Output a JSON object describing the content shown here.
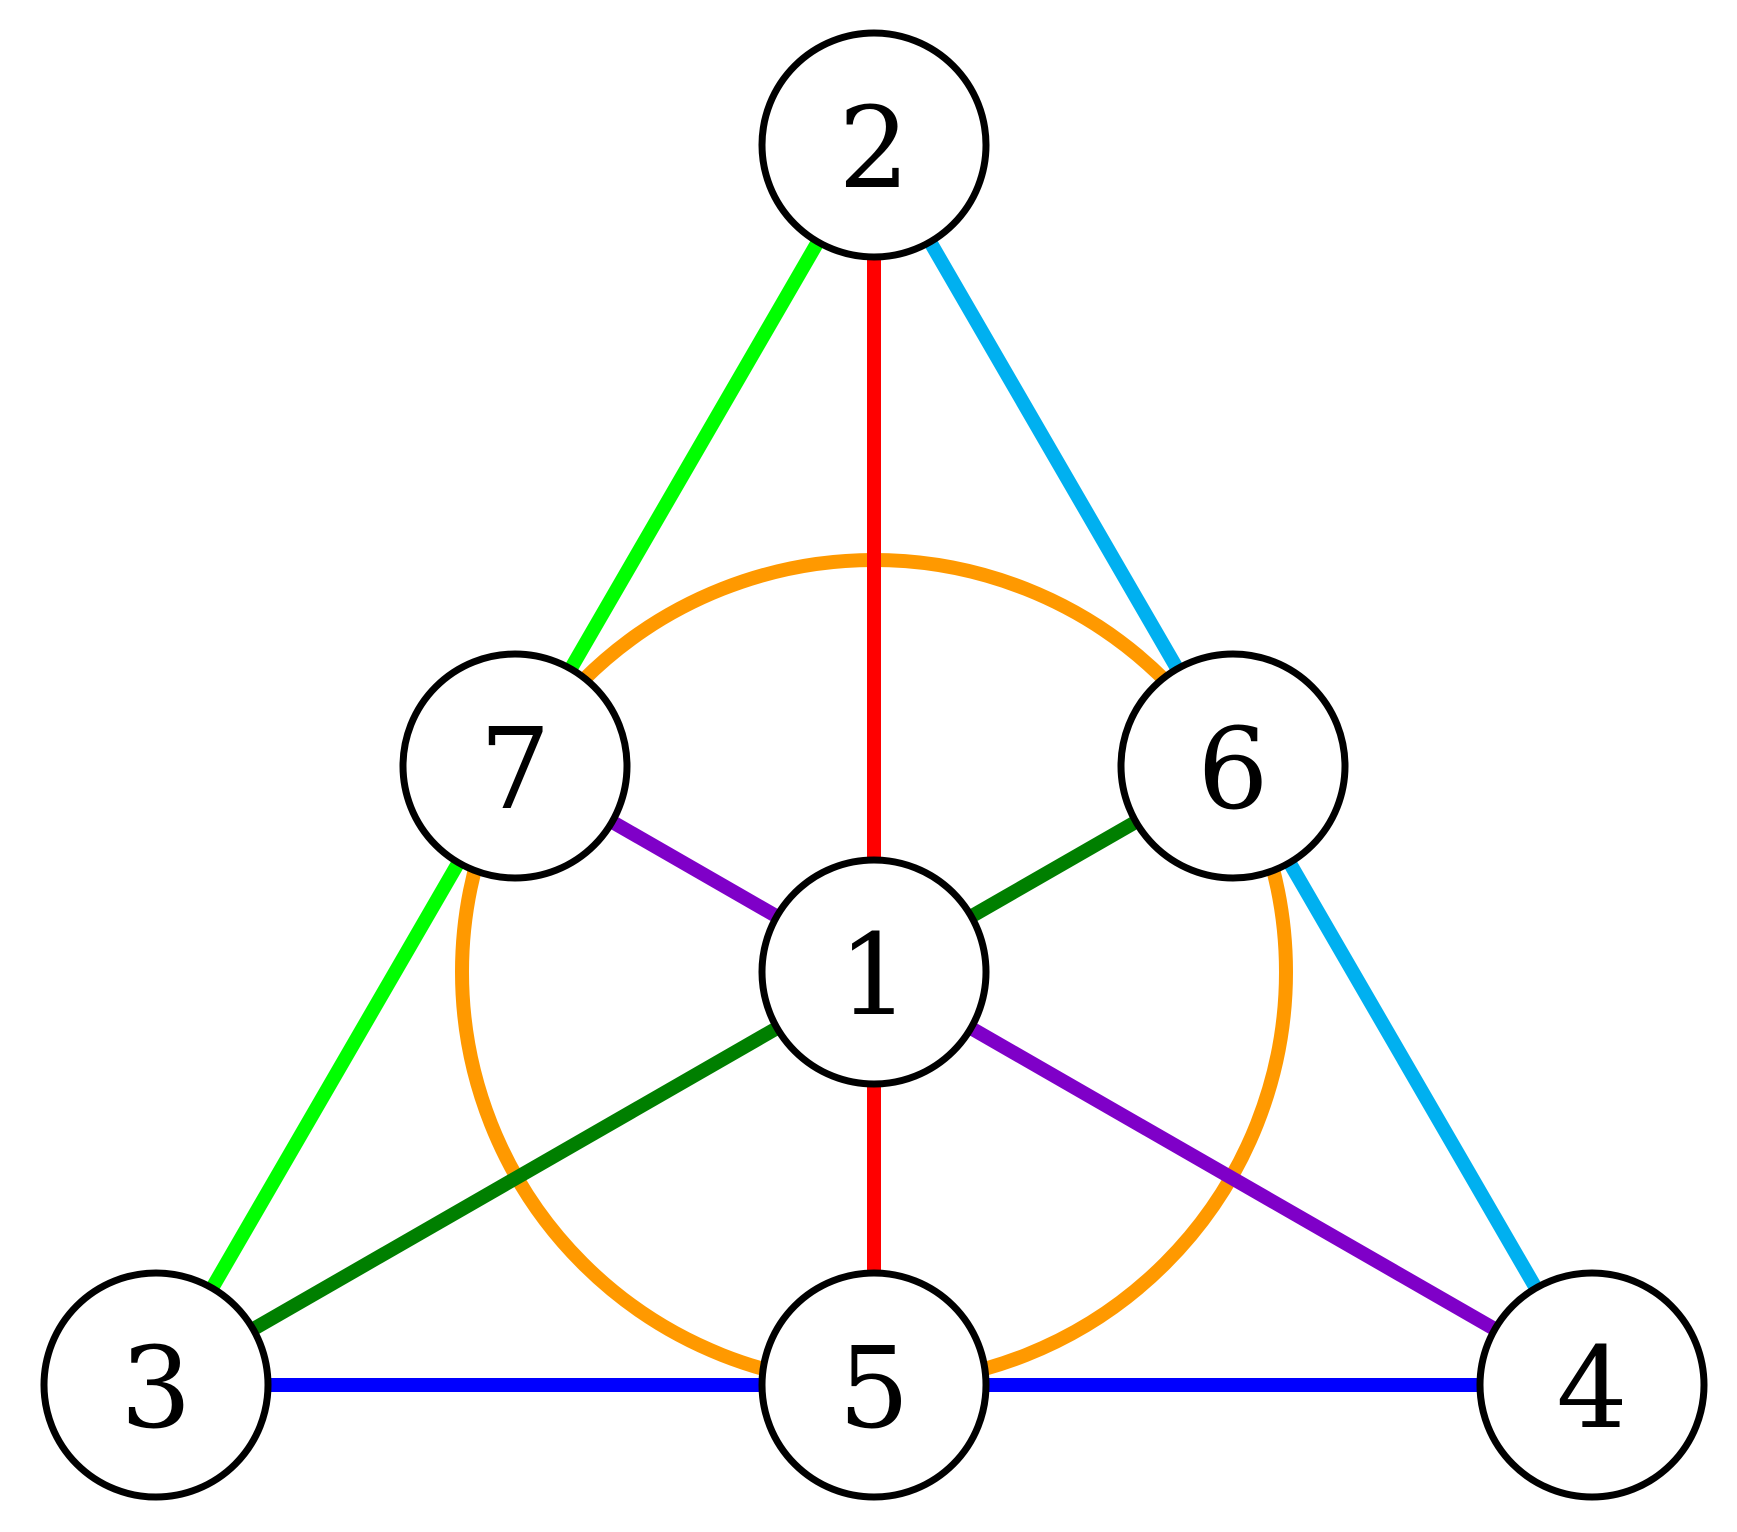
{
  "nodes": [
    {
      "id": "1",
      "label": "1"
    },
    {
      "id": "2",
      "label": "2"
    },
    {
      "id": "3",
      "label": "3"
    },
    {
      "id": "4",
      "label": "4"
    },
    {
      "id": "5",
      "label": "5"
    },
    {
      "id": "6",
      "label": "6"
    },
    {
      "id": "7",
      "label": "7"
    }
  ],
  "lines": [
    {
      "points": [
        "2",
        "1",
        "5"
      ],
      "color": "#ff0000"
    },
    {
      "points": [
        "2",
        "7",
        "3"
      ],
      "color": "#00ff00"
    },
    {
      "points": [
        "2",
        "6",
        "4"
      ],
      "color": "#00b0f0"
    },
    {
      "points": [
        "3",
        "5",
        "4"
      ],
      "color": "#0000ff"
    },
    {
      "points": [
        "7",
        "1",
        "4"
      ],
      "color": "#7f00c8"
    },
    {
      "points": [
        "6",
        "1",
        "3"
      ],
      "color": "#007f00"
    }
  ],
  "circle_line": {
    "points": [
      "5",
      "6",
      "7"
    ],
    "color": "#ff9900"
  }
}
